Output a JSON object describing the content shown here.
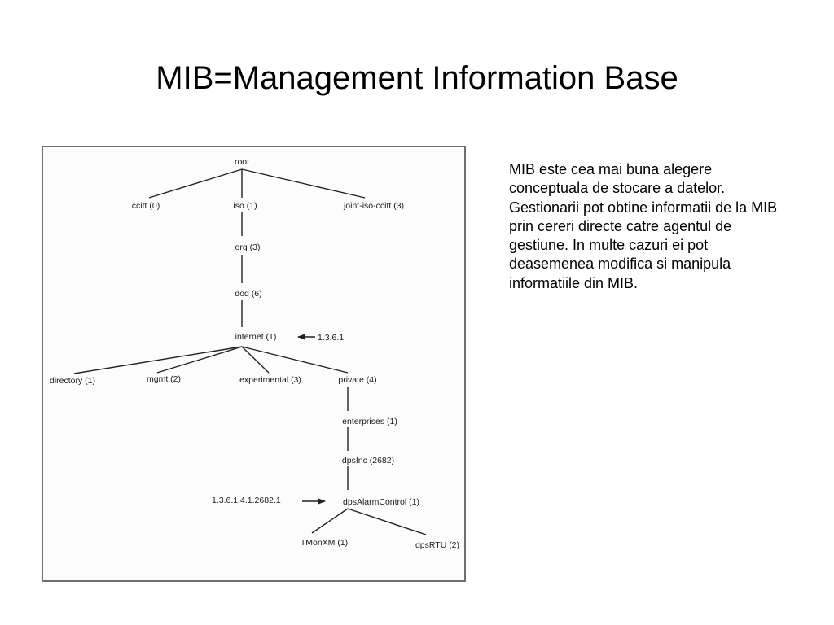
{
  "slide": {
    "title": "MIB=Management Information Base",
    "description": "MIB este cea mai buna alegere conceptuala de stocare a datelor. Gestionarii pot obtine informatii de la MIB prin cereri directe catre agentul de gestiune. In multe cazuri ei pot deasemenea modifica si manipula informatiile din MIB."
  },
  "tree": {
    "nodes": {
      "root": "root",
      "ccitt": "ccitt (0)",
      "iso": "iso (1)",
      "joint": "joint-iso-ccitt (3)",
      "org": "org (3)",
      "dod": "dod (6)",
      "internet": "internet (1)",
      "directory": "directory (1)",
      "mgmt": "mgmt (2)",
      "experimental": "experimental (3)",
      "private": "private (4)",
      "enterprises": "enterprises (1)",
      "dpsinc": "dpsInc (2682)",
      "alarm": "dpsAlarmControl (1)",
      "tmonxm": "TMonXM (1)",
      "dpsrtu": "dpsRTU (2)"
    },
    "annotations": {
      "internet_oid": "1.3.6.1",
      "alarm_oid": "1.3.6.1.4.1.2682.1"
    }
  }
}
